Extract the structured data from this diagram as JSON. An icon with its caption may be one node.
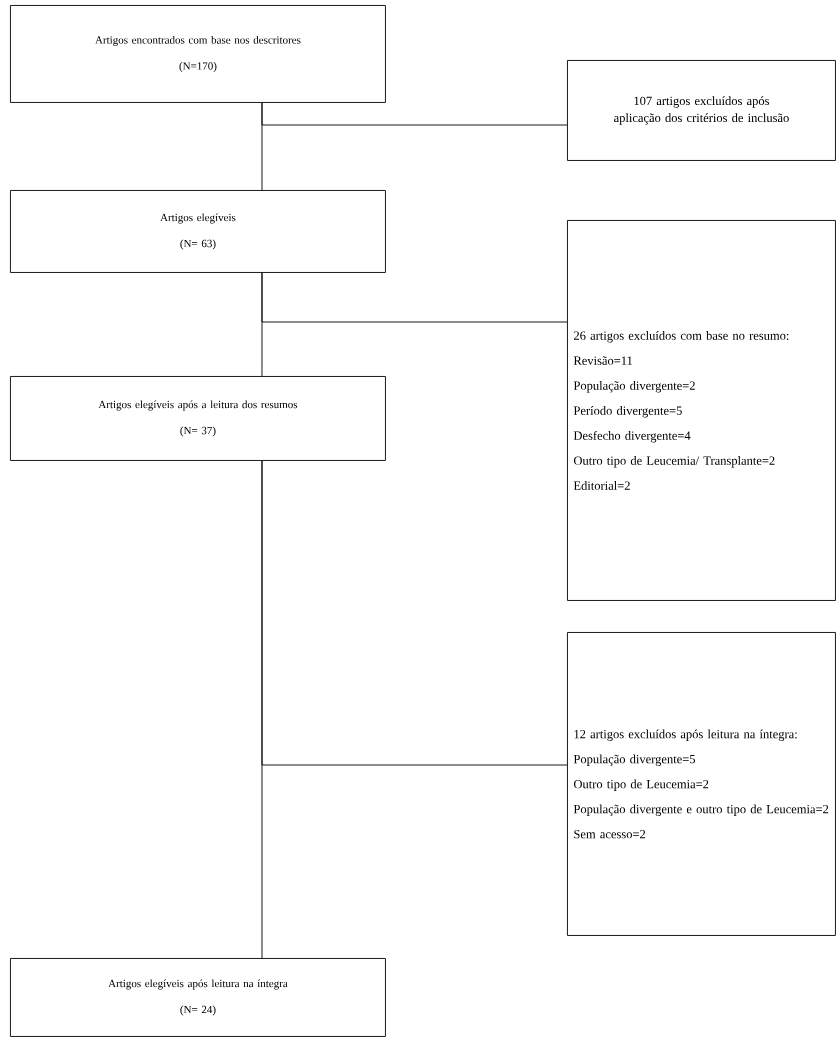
{
  "diagram": {
    "nodes": [
      {
        "text": [
          "Artigos encontrados com base nos descritores",
          "(N=170)"
        ]
      },
      {
        "text": [
          "107 artigos excluídos após aplicação dos critérios de inclusão"
        ]
      },
      {
        "text": [
          "Artigos elegíveis",
          "(N= 63)"
        ]
      },
      {
        "text": [
          "26 artigos excluídos com base no resumo:",
          "Revisão=11",
          "População divergente=2",
          "Período divergente=5",
          "Desfecho divergente=4",
          "Outro tipo de Leucemia/ Transplante=2",
          "Editorial=2"
        ]
      },
      {
        "text": [
          "Artigos elegíveis após a leitura dos resumos",
          "(N= 37)"
        ]
      },
      {
        "text": [
          "12 artigos excluídos após leitura na íntegra:",
          "População divergente=5",
          "Outro tipo de Leucemia=2",
          "População divergente e outro tipo de Leucemia=2",
          "Sem acesso=2"
        ]
      },
      {
        "text": [
          "Artigos elegíveis após leitura na íntegra",
          "(N= 24)"
        ]
      }
    ],
    "edges": [
      {
        "from": 0,
        "to": 2,
        "arrow": "none"
      },
      {
        "from": 0,
        "to": 1,
        "arrow": "none"
      },
      {
        "from": 2,
        "to": 4,
        "arrow": "none"
      },
      {
        "from": 2,
        "to": 3,
        "arrow": "none"
      },
      {
        "from": 4,
        "to": 6,
        "arrow": "none"
      },
      {
        "from": 4,
        "to": 5,
        "arrow": "none"
      }
    ]
  }
}
